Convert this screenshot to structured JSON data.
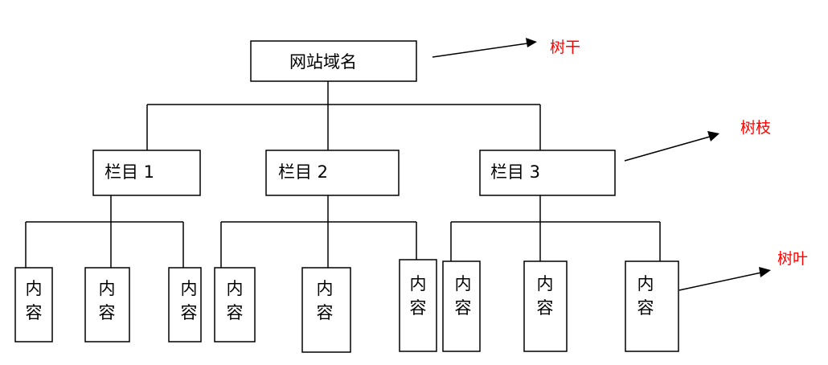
{
  "root": {
    "label": "网站域名"
  },
  "columns": [
    {
      "label": "栏目 1"
    },
    {
      "label": "栏目 2"
    },
    {
      "label": "栏目 3"
    }
  ],
  "leaves": [
    {
      "line1": "内",
      "line2": "容"
    },
    {
      "line1": "内",
      "line2": "容"
    },
    {
      "line1": "内",
      "line2": "容"
    },
    {
      "line1": "内",
      "line2": "容"
    },
    {
      "line1": "内",
      "line2": "容"
    },
    {
      "line1": "内",
      "line2": "容"
    },
    {
      "line1": "内",
      "line2": "容"
    },
    {
      "line1": "内",
      "line2": "容"
    },
    {
      "line1": "内",
      "line2": "容"
    }
  ],
  "annotations": {
    "trunk": "树干",
    "branch": "树枝",
    "leaf": "树叶",
    "color": "#ff0000"
  }
}
